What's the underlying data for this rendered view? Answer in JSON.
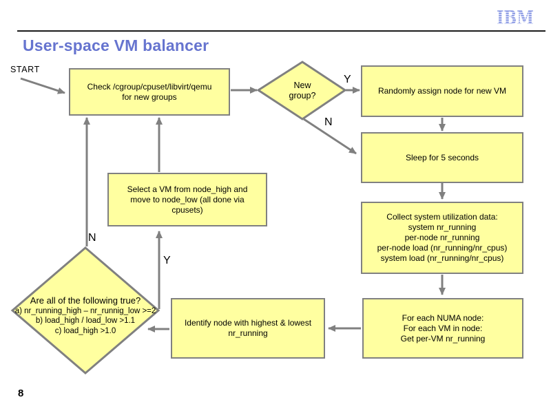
{
  "slide": {
    "title": "User-space VM balancer",
    "page_number": "8",
    "logo_text": "IBM",
    "colors": {
      "node_fill": "#ffffa0",
      "node_border": "#808080",
      "arrow": "#808080",
      "title": "#6674cf",
      "logo_blue": "#8191e2"
    }
  },
  "labels": {
    "start": "START",
    "new_group_yes": "Y",
    "new_group_no": "N",
    "decision_yes": "Y",
    "decision_no": "N"
  },
  "nodes": {
    "check": {
      "lines": [
        "Check /cgroup/cpuset/libvirt/qemu",
        "for new groups"
      ]
    },
    "new_group": {
      "lines": [
        "New",
        "group?"
      ]
    },
    "random": {
      "lines": [
        "Randomly assign node for new VM"
      ]
    },
    "sleep": {
      "lines": [
        "Sleep for 5 seconds"
      ]
    },
    "collect": {
      "lines": [
        "Collect system utilization data:",
        "system nr_running",
        "per-node nr_running",
        "per-node load (nr_running/nr_cpus)",
        "system load (nr_running/nr_cpus)"
      ]
    },
    "numa": {
      "lines": [
        "For each NUMA node:",
        "For each VM in node:",
        "Get per-VM nr_running"
      ]
    },
    "identify": {
      "lines": [
        "Identify node with highest & lowest",
        "nr_running"
      ]
    },
    "select": {
      "lines": [
        "Select a VM from node_high and",
        "move to node_low (all done via",
        "cpusets)"
      ]
    },
    "decision": {
      "lines": [
        "Are all of the following true?",
        "a) nr_running_high – nr_runnig_low >=2",
        "b) load_high / load_low >1.1",
        "c) load_high >1.0"
      ]
    }
  }
}
